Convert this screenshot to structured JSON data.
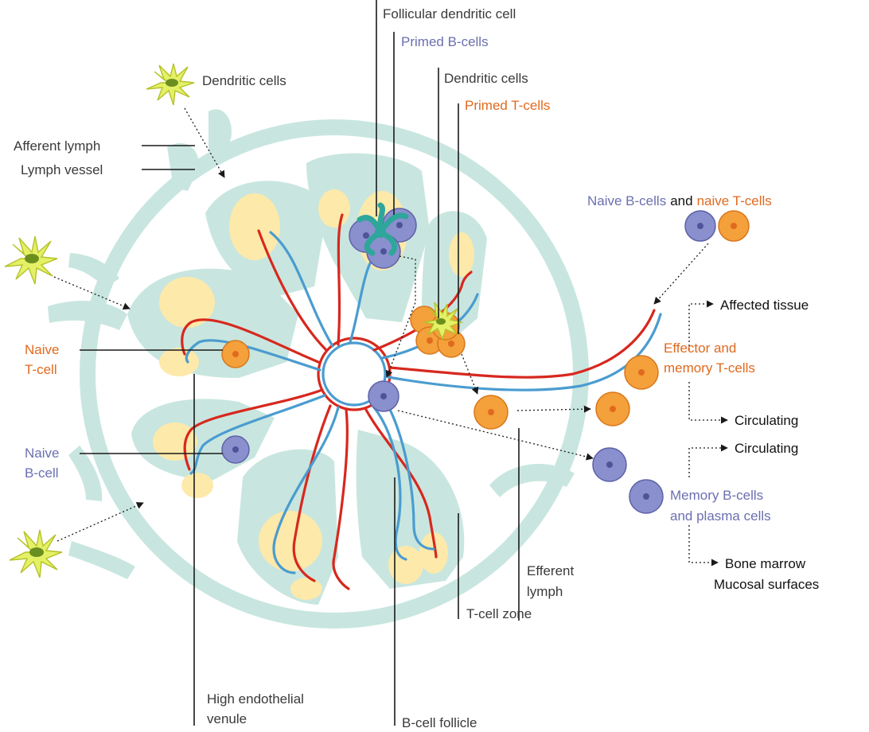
{
  "labels": {
    "follicular_dendritic_cell": "Follicular dendritic cell",
    "primed_b_cells": "Primed B-cells",
    "dendritic_cells_top": "Dendritic cells",
    "primed_t_cells": "Primed T-cells",
    "dendritic_cells_left": "Dendritic cells",
    "afferent_lymph": "Afferent lymph",
    "lymph_vessel": "Lymph vessel",
    "naive_b_cells": "Naive B-cells",
    "and_word": "and",
    "naive_t_cells": "naive T-cells",
    "affected_tissue": "Affected tissue",
    "effector_memory_line1": "Effector and",
    "effector_memory_line2": "memory T-cells",
    "circulating_t": "Circulating",
    "circulating_b": "Circulating",
    "memory_b_line1": "Memory B-cells",
    "memory_b_line2": "and plasma cells",
    "bone_marrow": "Bone marrow",
    "mucosal_surfaces": "Mucosal surfaces",
    "naive_t_line1": "Naive",
    "naive_t_line2": "T-cell",
    "naive_b_line1": "Naive",
    "naive_b_line2": "B-cell",
    "efferent_line1": "Efferent",
    "efferent_line2": "lymph",
    "hev_line1": "High endothelial",
    "hev_line2": "venule",
    "t_cell_zone": "T-cell zone",
    "b_cell_follicle": "B-cell follicle"
  },
  "colors": {
    "t_cell": "#f4a03b",
    "b_cell": "#8a8fcd",
    "artery": "#d7281e",
    "vein": "#4a9cd0",
    "tissue": "#c8e6df",
    "follicle": "#fde9a9",
    "dendritic": "#e4f065"
  },
  "icons": {
    "dendritic_cell": "dendritic-cell-icon",
    "t_cell": "t-cell-icon",
    "b_cell": "b-cell-icon"
  }
}
